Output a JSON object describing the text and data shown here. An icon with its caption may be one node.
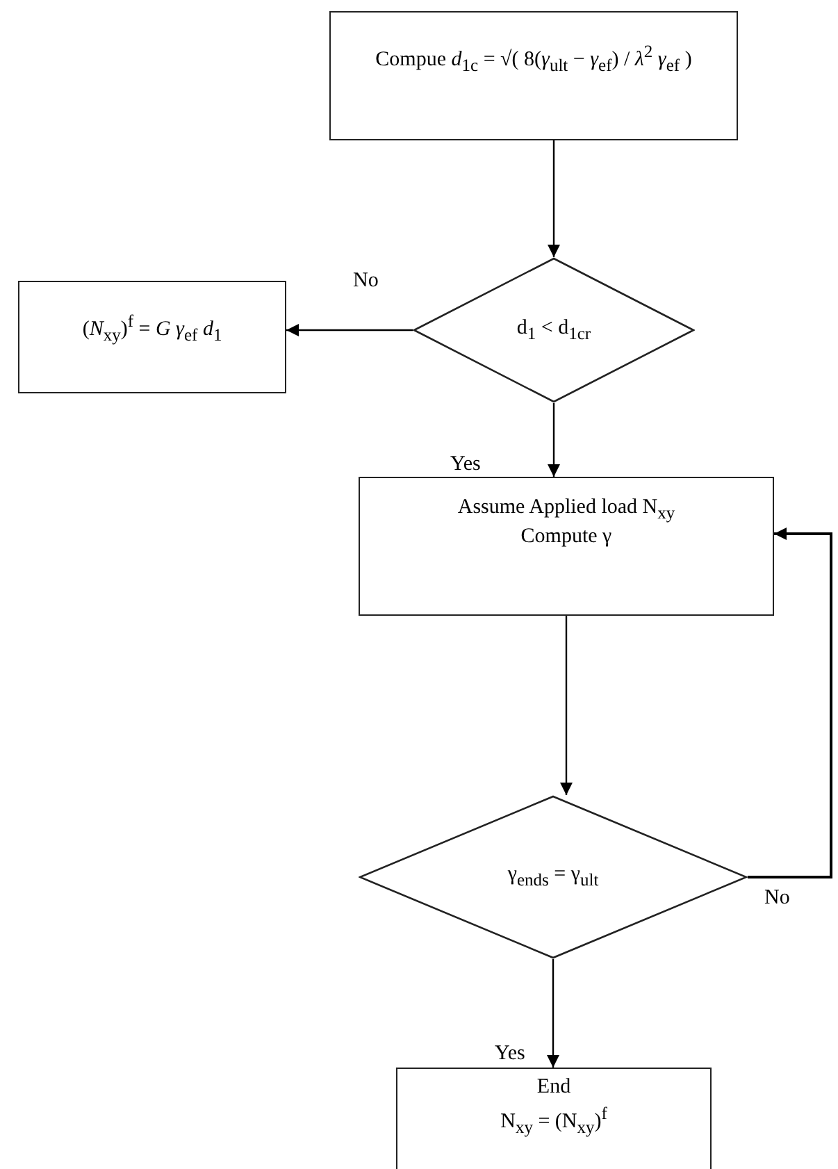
{
  "diagram": {
    "nodes": [
      {
        "text": [
          "Compue *d*$_{1c}$ = √( 8(*γ*$_{ult}$ − *γ*$_{ef}$) / *λ*$^{2}$ *γ*$_{ef}$ )"
        ]
      },
      {
        "text": [
          "d$_{1}$ < d$_{1cr}$"
        ]
      },
      {
        "text": [
          "(*N*$_{xy}$)$^{f}$ = *G γ*$_{ef}$ *d*$_{1}$"
        ]
      },
      {
        "text": [
          "Assume Applied load N$_{xy}$",
          "Compute γ"
        ]
      },
      {
        "text": [
          "γ$_{ends}$ = γ$_{ult}$"
        ]
      },
      {
        "text": [
          "End",
          "N$_{xy}$ = (N$_{xy}$)$^{f}$"
        ]
      }
    ],
    "edges": [
      {
        "from": 0,
        "to": 1,
        "arrow": "to"
      },
      {
        "from": 1,
        "to": 2,
        "arrow": "to",
        "label": "No"
      },
      {
        "from": 1,
        "to": 3,
        "arrow": "to",
        "label": "Yes"
      },
      {
        "from": 3,
        "to": 4,
        "arrow": "to"
      },
      {
        "from": 4,
        "to": 3,
        "arrow": "to",
        "label": "No"
      },
      {
        "from": 4,
        "to": 5,
        "arrow": "to",
        "label": "Yes"
      }
    ]
  }
}
